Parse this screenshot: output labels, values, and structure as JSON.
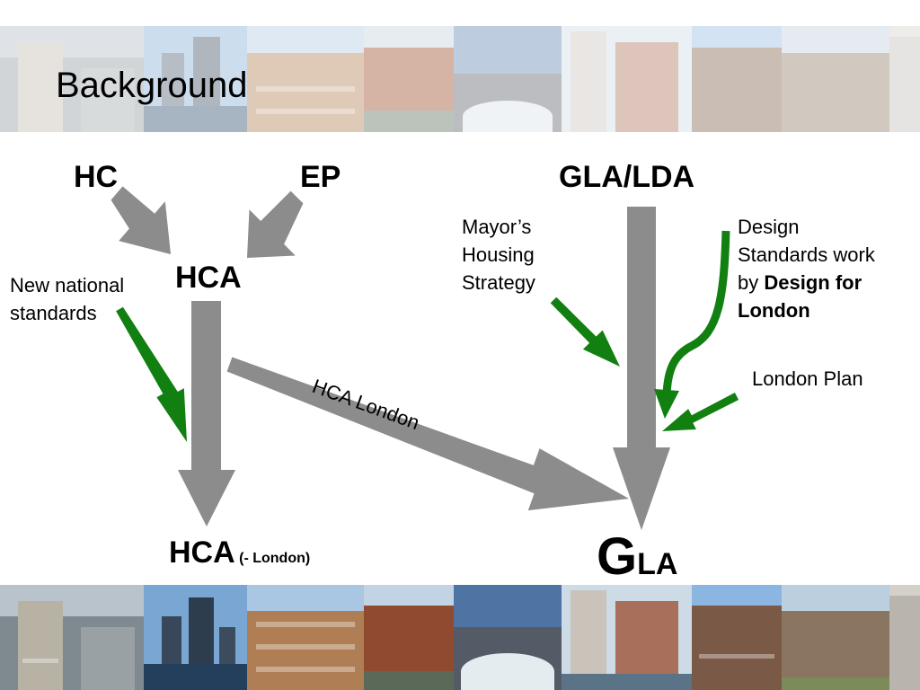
{
  "slide": {
    "title": "Background"
  },
  "nodes": {
    "hc": "HC",
    "ep": "EP",
    "hca": "HCA",
    "gla_lda": "GLA/LDA",
    "hca_bottom": "HCA",
    "hca_bottom_note": "(- London)",
    "gla_g": "G",
    "gla_la": "LA"
  },
  "labels": {
    "new_national_line1": "New national",
    "new_national_line2": "standards",
    "mayors_line1": "Mayor’s",
    "mayors_line2": "Housing",
    "mayors_line3": "Strategy",
    "design_line1": "Design",
    "design_line2": "Standards work",
    "design_line3_prefix": "by ",
    "design_line3_bold": "Design for",
    "design_line4_bold": "London",
    "london_plan": "London Plan",
    "hca_london": "HCA London"
  },
  "colors": {
    "grey_arrow": "#8c8c8c",
    "green_arrow": "#118011",
    "text": "#000000"
  }
}
